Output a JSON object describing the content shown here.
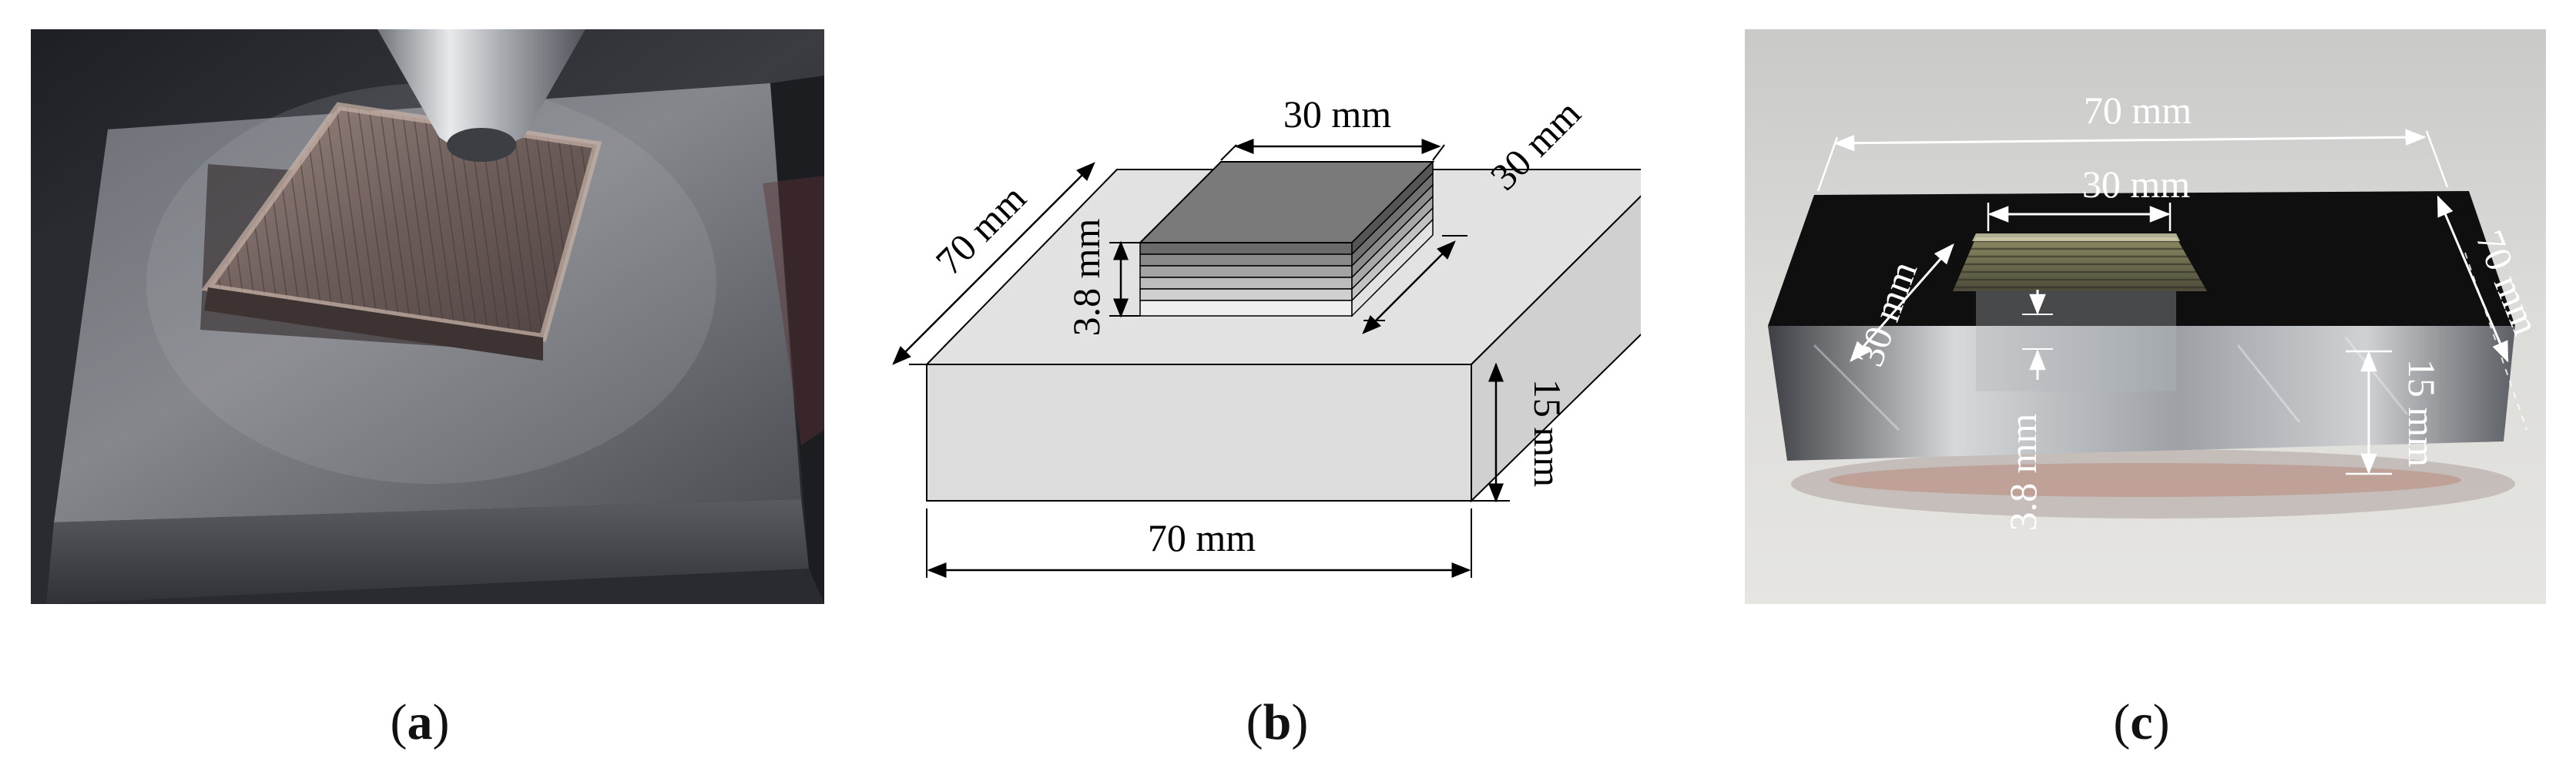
{
  "panels": {
    "a": {
      "caption_open": "(",
      "caption_letter": "a",
      "caption_close": ")"
    },
    "b": {
      "caption_open": "(",
      "caption_letter": "b",
      "caption_close": ")",
      "labels": {
        "deposit_width": "30 mm",
        "deposit_depth": "30 mm",
        "deposit_height": "3.8 mm",
        "substrate_depth": "70 mm",
        "substrate_height": "15 mm",
        "substrate_width": "70 mm"
      }
    },
    "c": {
      "caption_open": "(",
      "caption_letter": "c",
      "caption_close": ")",
      "labels": {
        "substrate_width": "70 mm",
        "deposit_width": "30 mm",
        "deposit_depth": "30 mm",
        "deposit_height": "3.8 mm",
        "substrate_height": "15 mm",
        "substrate_depth": "70 mm"
      }
    }
  },
  "colors": {
    "substrate_face": "#e0e0e0",
    "deposit_top": "#7a7a7a",
    "photo_a_bg": "#2c2e33",
    "photo_c_bg": "#d9d9d6"
  }
}
